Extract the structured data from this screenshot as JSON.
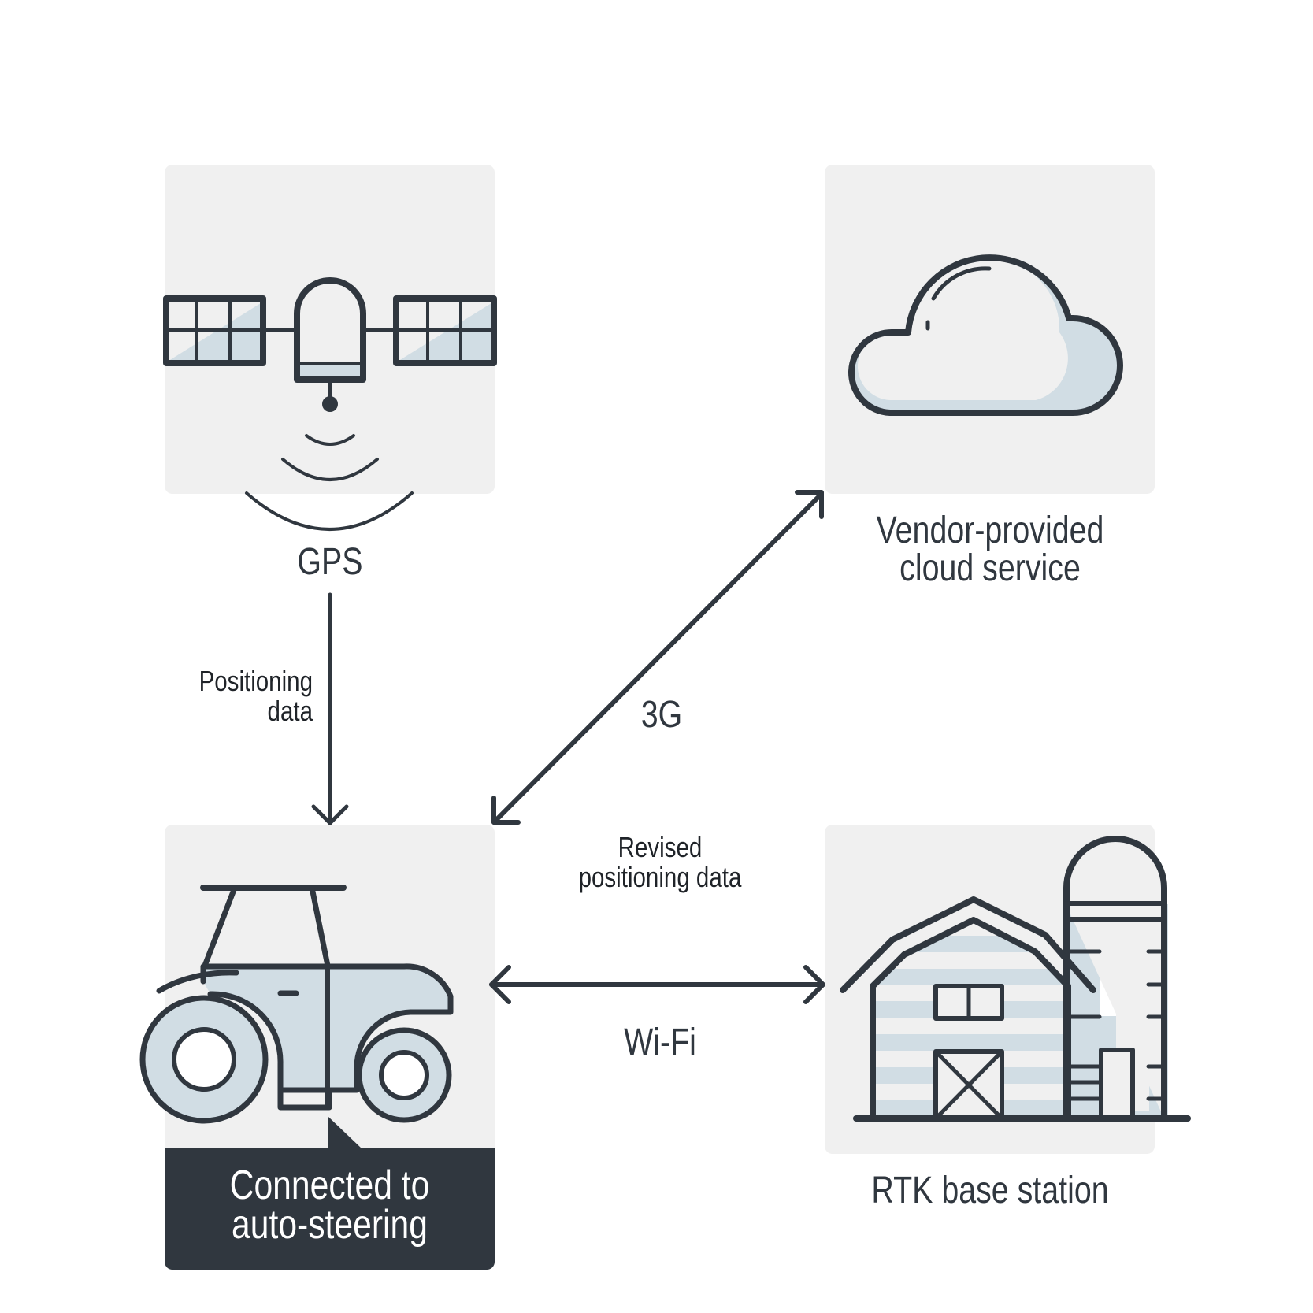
{
  "diagram": {
    "title": "RTK auto-steering data flow",
    "nodes": [
      {
        "id": "gps",
        "label": "GPS",
        "icon": "satellite-icon"
      },
      {
        "id": "cloud",
        "label": "Vendor-provided cloud service",
        "label_lines": [
          "Vendor-provided",
          "cloud service"
        ],
        "icon": "cloud-icon"
      },
      {
        "id": "tractor",
        "label": "Connected to auto-steering",
        "label_lines": [
          "Connected to",
          "auto-steering"
        ],
        "icon": "tractor-icon"
      },
      {
        "id": "rtk",
        "label": "RTK base station",
        "icon": "barn-silo-icon"
      }
    ],
    "edges": [
      {
        "from": "gps",
        "to": "tractor",
        "direction": "one-way",
        "label": "Positioning data",
        "label_lines": [
          "Positioning",
          "data"
        ]
      },
      {
        "from": "tractor",
        "to": "cloud",
        "direction": "two-way",
        "label": "3G"
      },
      {
        "from": "tractor",
        "to": "rtk",
        "direction": "two-way",
        "label": "Wi-Fi",
        "caption": "Revised positioning data",
        "caption_lines": [
          "Revised",
          "positioning data"
        ]
      }
    ]
  },
  "colors": {
    "ink": "#30373f",
    "tile": "#f0f0f0",
    "fill": "#d1dde4",
    "caption_bg": "#30373f",
    "caption_text": "#ffffff"
  }
}
